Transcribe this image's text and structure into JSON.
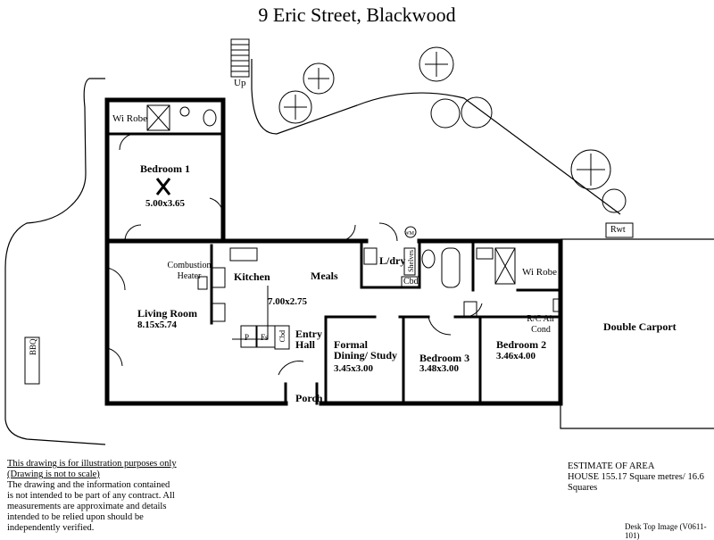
{
  "title": "9 Eric Street,  Blackwood",
  "stair_label": "Up",
  "rooms": {
    "bedroom1": {
      "name": "Bedroom 1",
      "size": "5.00x3.65"
    },
    "wi_robe_1": "Wi Robe",
    "living": {
      "name": "Living Room",
      "size": "8.15x5.74"
    },
    "combustion_heater": "Combustion Heater",
    "kitchen": "Kitchen",
    "meals": {
      "name": "Meals",
      "size": "7.00x2.75"
    },
    "laundry": "L/dry",
    "wm": "WM",
    "shelves": "Shelves",
    "cbd": "Cbd",
    "wi_robe_2": "Wi Robe",
    "rc_air": "R/C Air Cond",
    "double_carport": "Double Carport",
    "entry_hall": "Entry Hall",
    "formal_dining": {
      "name": "Formal Dining/ Study",
      "size": "3.45x3.00"
    },
    "bedroom3": {
      "name": "Bedroom 3",
      "size": "3.48x3.00"
    },
    "bedroom2": {
      "name": "Bedroom 2",
      "size": "3.46x4.00"
    },
    "porch": "Porch",
    "bbq": "BBQ",
    "rwt": "Rwt",
    "pantry": "P",
    "fridge": "Fs",
    "cbd_small": "Cbd"
  },
  "disclaimer": {
    "line1": "This drawing is for illustration purposes only",
    "line2": "(Drawing is not to scale)",
    "body": "The drawing and the information contained is not intended to be part of any contract.  All measurements are approximate and details intended to be relied upon should be independently verified."
  },
  "estimate": {
    "heading": "ESTIMATE OF AREA",
    "house": "HOUSE  155.17 Square metres/ 16.6 Squares"
  },
  "credit": "Desk Top Image  (V0611-101)"
}
